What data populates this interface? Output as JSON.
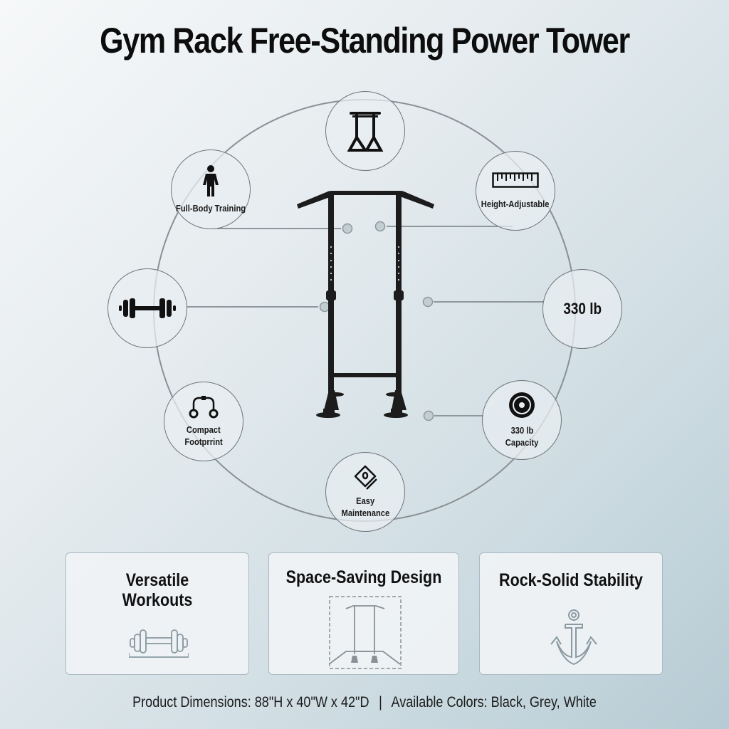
{
  "title": "Gym Rack Free-Standing Power Tower",
  "product_image": {
    "alt": "Black free-standing power tower with pull-up bar, adjustable uprights and floor feet",
    "color": "#1c1c1c"
  },
  "features": [
    {
      "id": "top",
      "icon": "dip-station-icon",
      "label": ""
    },
    {
      "id": "full-body",
      "icon": "person-icon",
      "label": "Full-Body Training"
    },
    {
      "id": "height",
      "icon": "ruler-icon",
      "label": "Height-Adjustable"
    },
    {
      "id": "dumbbell",
      "icon": "dumbbell-icon",
      "label": ""
    },
    {
      "id": "weight",
      "icon": "",
      "label": "330 lb"
    },
    {
      "id": "compact",
      "icon": "resistance-band-icon",
      "label_line1": "Compact",
      "label_line2": "Footprrint"
    },
    {
      "id": "capacity",
      "icon": "weight-plate-icon",
      "label_line1": "330 lb",
      "label_line2": "Capacity"
    },
    {
      "id": "maintenance",
      "icon": "cleaning-pad-icon",
      "label_line1": "Easy",
      "label_line2": "Maintenance"
    }
  ],
  "cards": [
    {
      "title_line1": "Versatile",
      "title_line2": "Workouts",
      "icon": "barbell-outline-icon"
    },
    {
      "title": "Space-Saving Design",
      "icon": "tower-footprint-icon"
    },
    {
      "title": "Rock-Solid Stability",
      "icon": "anchor-icon"
    }
  ],
  "footer": {
    "dimensions": "Product Dimensions: 88\"H x 40\"W x 42\"D",
    "separator": "|",
    "colors": "Available Colors: Black, Grey, White"
  },
  "colors": {
    "ring": "#8a9095",
    "connector": "#8d979c",
    "dot_fill": "#c3ced3",
    "card_border": "#a9bac2",
    "outline_icon": "#8a9aa2"
  }
}
